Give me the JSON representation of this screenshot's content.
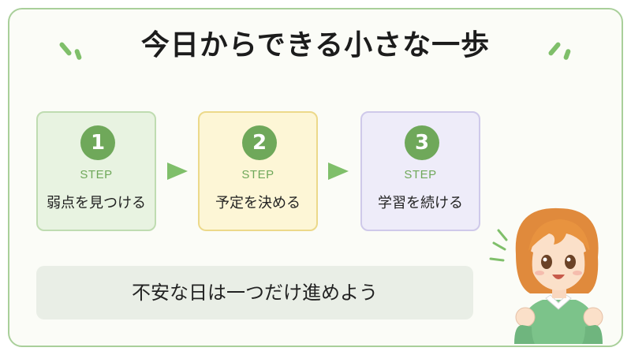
{
  "title": "今日からできる小さな一歩",
  "steps": [
    {
      "number": "1",
      "label": "STEP",
      "text": "弱点を見つける"
    },
    {
      "number": "2",
      "label": "STEP",
      "text": "予定を決める"
    },
    {
      "number": "3",
      "label": "STEP",
      "text": "学習を続ける"
    }
  ],
  "banner": "不安な日は一つだけ進めよう",
  "colors": {
    "accent_green": "#6fa85a",
    "border_green": "#a9cf9a",
    "step1_bg": "#e8f3e1",
    "step2_bg": "#fdf6d6",
    "step3_bg": "#eeecf9"
  },
  "icons": [
    "sparkle-icon",
    "arrow-right-icon",
    "cheering-girl-illustration"
  ]
}
